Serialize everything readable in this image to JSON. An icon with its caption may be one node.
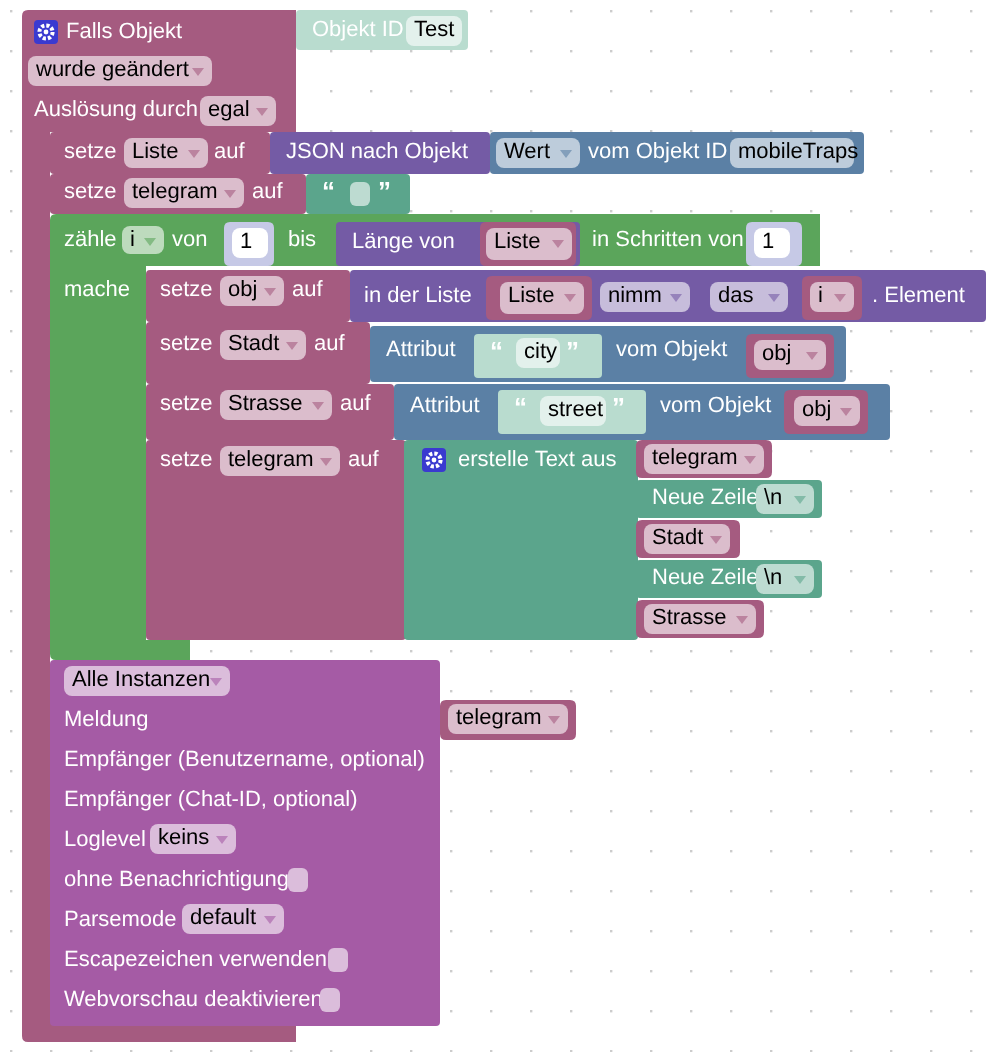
{
  "diagram": {
    "nodes": [
      {
        "text": [
          "Falls Objekt",
          "Auslösung durch"
        ]
      },
      {
        "text": [
          "Objekt ID"
        ]
      },
      {
        "text": [
          "Test"
        ],
        "in": 1
      },
      {
        "text": [
          "wurde geändert"
        ],
        "in": 0
      },
      {
        "text": [
          "egal"
        ],
        "in": 0
      },
      {
        "text": [
          "setze",
          "auf"
        ]
      },
      {
        "text": [
          "Liste"
        ],
        "in": 5
      },
      {
        "text": [
          "JSON nach Objekt"
        ]
      },
      {
        "text": [
          "vom Objekt ID"
        ]
      },
      {
        "text": [
          "Wert"
        ],
        "in": 8
      },
      {
        "text": [
          "mobileTraps"
        ],
        "in": 8
      },
      {
        "text": [
          "setze",
          "auf"
        ]
      },
      {
        "text": [
          "telegram"
        ],
        "in": 11
      },
      {
        "text": [
          "“",
          "”"
        ]
      },
      {
        "text": [],
        "shape": "box",
        "in": 13
      },
      {
        "text": [
          "zähle",
          "von",
          "bis",
          "in Schritten von",
          "mache"
        ]
      },
      {
        "text": [
          "i"
        ],
        "in": 15
      },
      {
        "text": [],
        "shape": "box",
        "in": 15
      },
      {
        "text": [
          "1"
        ],
        "in": 17
      },
      {
        "text": [
          "Länge von"
        ],
        "in": 15
      },
      {
        "text": [],
        "shape": "box",
        "in": 19
      },
      {
        "text": [
          "Liste"
        ],
        "in": 20
      },
      {
        "text": [],
        "shape": "box",
        "in": 15
      },
      {
        "text": [
          "1"
        ],
        "in": 22
      },
      {
        "text": [
          "setze",
          "auf"
        ]
      },
      {
        "text": [
          "obj"
        ],
        "in": 24
      },
      {
        "text": [
          "in der Liste",
          ". Element"
        ]
      },
      {
        "text": [],
        "shape": "box",
        "in": 26
      },
      {
        "text": [
          "Liste"
        ],
        "in": 27
      },
      {
        "text": [
          "nimm"
        ],
        "in": 26
      },
      {
        "text": [
          "das"
        ],
        "in": 26
      },
      {
        "text": [],
        "shape": "box",
        "in": 26
      },
      {
        "text": [
          "i"
        ],
        "in": 31
      },
      {
        "text": [
          "setze",
          "auf"
        ]
      },
      {
        "text": [
          "Stadt"
        ],
        "in": 33
      },
      {
        "text": [
          "Attribut",
          "vom Objekt"
        ]
      },
      {
        "text": [
          "“",
          "”"
        ],
        "in": 35
      },
      {
        "text": [
          "city"
        ],
        "in": 36
      },
      {
        "text": [],
        "shape": "box",
        "in": 35
      },
      {
        "text": [
          "obj"
        ],
        "in": 38
      },
      {
        "text": [
          "setze",
          "auf"
        ]
      },
      {
        "text": [
          "Strasse"
        ],
        "in": 40
      },
      {
        "text": [
          "Attribut",
          "vom Objekt"
        ]
      },
      {
        "text": [
          "“",
          "”"
        ],
        "in": 42
      },
      {
        "text": [
          "street"
        ],
        "in": 43
      },
      {
        "text": [],
        "shape": "box",
        "in": 42
      },
      {
        "text": [
          "obj"
        ],
        "in": 45
      },
      {
        "text": [
          "setze",
          "auf"
        ]
      },
      {
        "text": [
          "telegram"
        ],
        "in": 47
      },
      {
        "text": [
          "erstelle Text aus"
        ]
      },
      {
        "text": [],
        "shape": "box"
      },
      {
        "text": [
          "telegram"
        ],
        "in": 50
      },
      {
        "text": [
          "Neue Zeile"
        ]
      },
      {
        "text": [
          "\\n"
        ],
        "in": 52
      },
      {
        "text": [],
        "shape": "box"
      },
      {
        "text": [
          "Stadt"
        ],
        "in": 54
      },
      {
        "text": [
          "Neue Zeile"
        ]
      },
      {
        "text": [
          "\\n"
        ],
        "in": 56
      },
      {
        "text": [],
        "shape": "box"
      },
      {
        "text": [
          "Strasse"
        ],
        "in": 58
      },
      {
        "text": [
          "Meldung",
          "Empfänger (Benutzername, optional)",
          "Empfänger (Chat-ID, optional)",
          "Loglevel",
          "ohne Benachrichtigung",
          "Parsemode",
          "Escapezeichen verwenden",
          "Webvorschau deaktivieren"
        ]
      },
      {
        "text": [
          "Alle Instanzen"
        ],
        "in": 60
      },
      {
        "text": [],
        "shape": "box"
      },
      {
        "text": [
          "telegram"
        ],
        "in": 62
      },
      {
        "text": [
          "keins"
        ],
        "in": 60
      },
      {
        "text": [],
        "shape": "box",
        "in": 60
      },
      {
        "text": [
          "default"
        ],
        "in": 60
      },
      {
        "text": [],
        "shape": "box",
        "in": 60
      },
      {
        "text": [],
        "shape": "box",
        "in": 60
      }
    ]
  }
}
